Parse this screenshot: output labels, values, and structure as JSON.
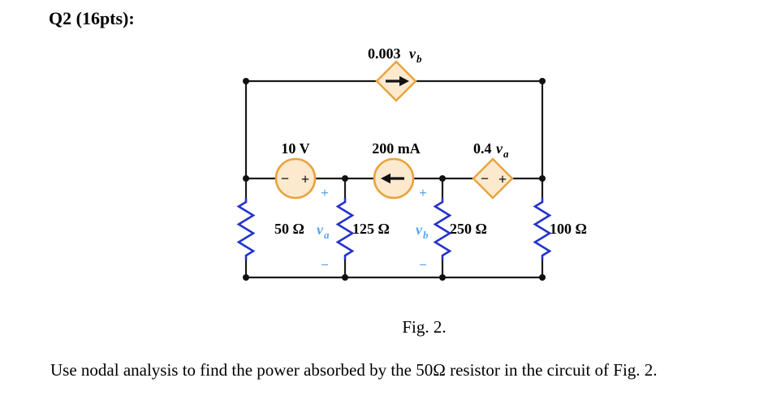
{
  "page": {
    "title": "Q2 (16pts):",
    "figure_caption": "Fig. 2.",
    "question": "Use nodal analysis to find the power absorbed by the 50Ω resistor in the circuit of Fig. 2."
  },
  "colors": {
    "source_fill": "#FCE9CE",
    "source_stroke": "#E8A33C",
    "resistor_blue": "#2433CC",
    "annotation_blue": "#56A5F2",
    "wire": "#1A1A1A"
  },
  "circuit": {
    "top_current_source": {
      "coeff": "0.003",
      "var": "v",
      "sub": "b",
      "icon": "right-arrow"
    },
    "voltage_source_10v": {
      "label": "10 V",
      "minus": "−",
      "plus": "+"
    },
    "current_source_200ma": {
      "label": "200 mA",
      "icon": "left-arrow"
    },
    "dep_voltage_source": {
      "coeff": "0.4",
      "var": "v",
      "sub": "a",
      "minus": "−",
      "plus": "+"
    },
    "resistor_50": {
      "label": "50 Ω"
    },
    "resistor_125": {
      "label": "125 Ω"
    },
    "resistor_250": {
      "label": "250 Ω"
    },
    "resistor_100": {
      "label": "100 Ω"
    },
    "va_marker": {
      "plus": "+",
      "var": "v",
      "sub": "a",
      "minus": "−"
    },
    "vb_marker": {
      "plus": "+",
      "var": "v",
      "sub": "b",
      "minus": "−"
    }
  }
}
